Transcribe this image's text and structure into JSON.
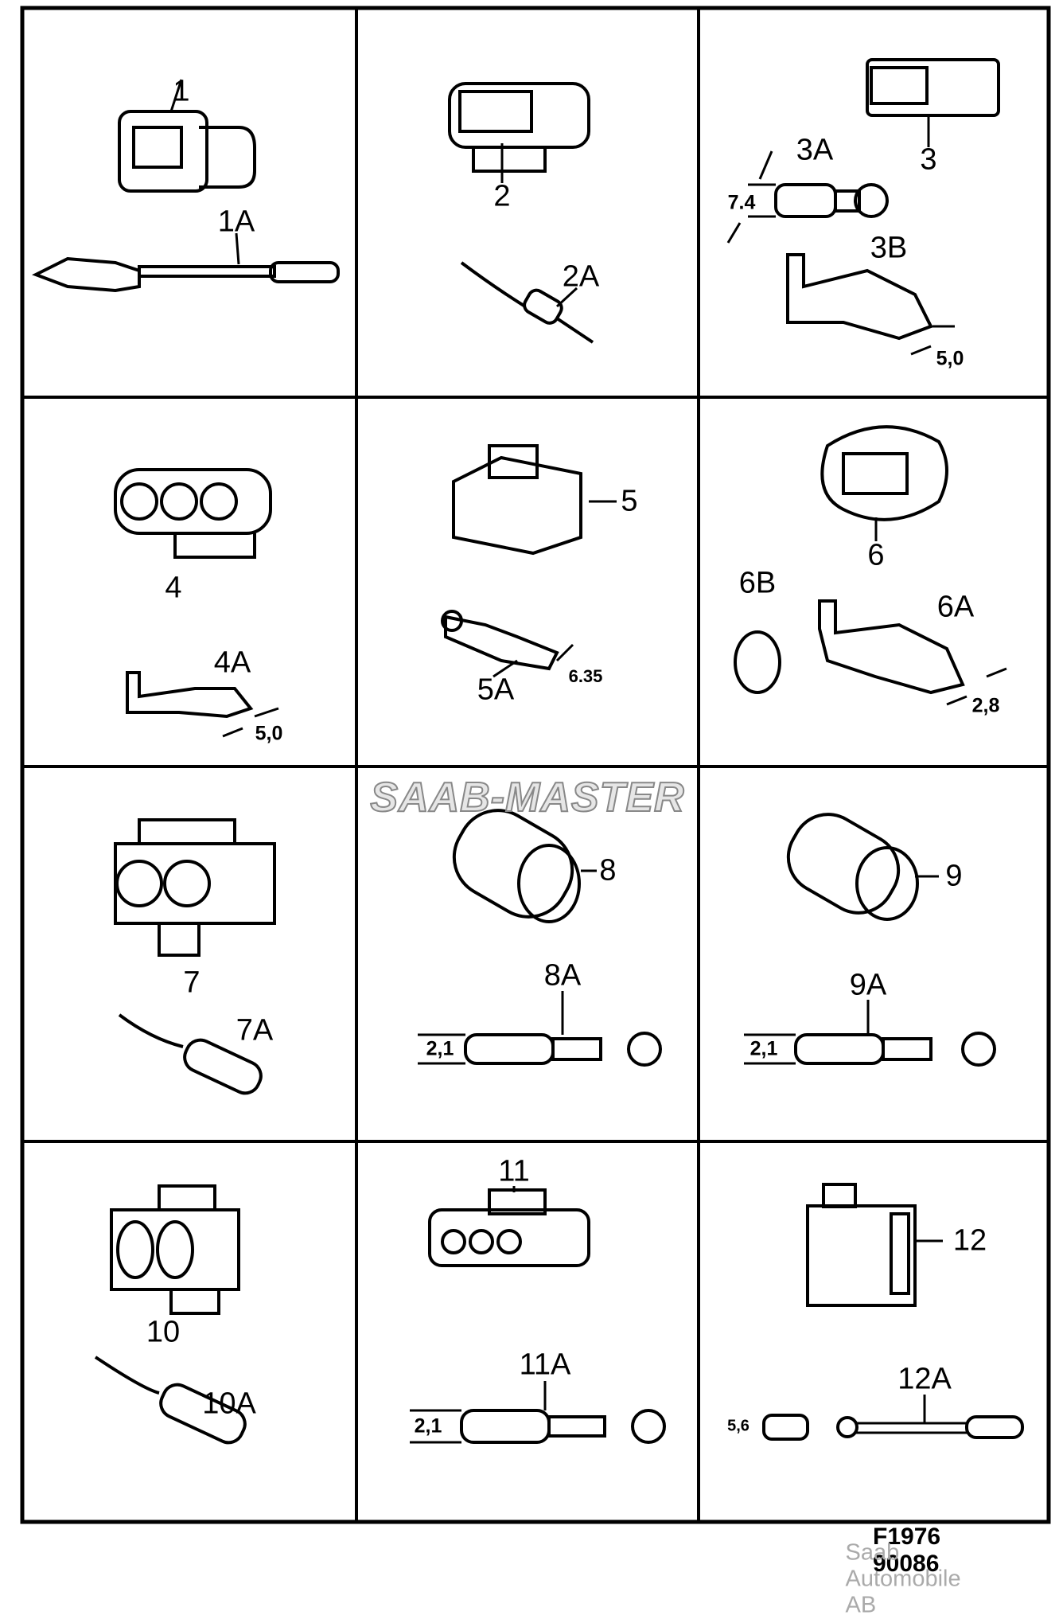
{
  "parts": {
    "p1": "1",
    "p1a": "1A",
    "p2": "2",
    "p2a": "2A",
    "p3": "3",
    "p3a": "3A",
    "p3b": "3B",
    "d3a": "7.4",
    "d3b": "5,0",
    "p4": "4",
    "p4a": "4A",
    "d4a": "5,0",
    "p5": "5",
    "p5a": "5A",
    "d5a": "6.35",
    "p6": "6",
    "p6a": "6A",
    "p6b": "6B",
    "d6a": "2,8",
    "p7": "7",
    "p7a": "7A",
    "p8": "8",
    "p8a": "8A",
    "d8a": "2,1",
    "p9": "9",
    "p9a": "9A",
    "d9a": "2,1",
    "p10": "10",
    "p10a": "10A",
    "p11": "11",
    "p11a": "11A",
    "d11a": "2,1",
    "p12": "12",
    "p12a": "12A",
    "d12a": "5,6"
  },
  "watermark": "SAAB-MASTER",
  "figure_number": "F1976 90086",
  "copyright": "Saab Automobile AB"
}
